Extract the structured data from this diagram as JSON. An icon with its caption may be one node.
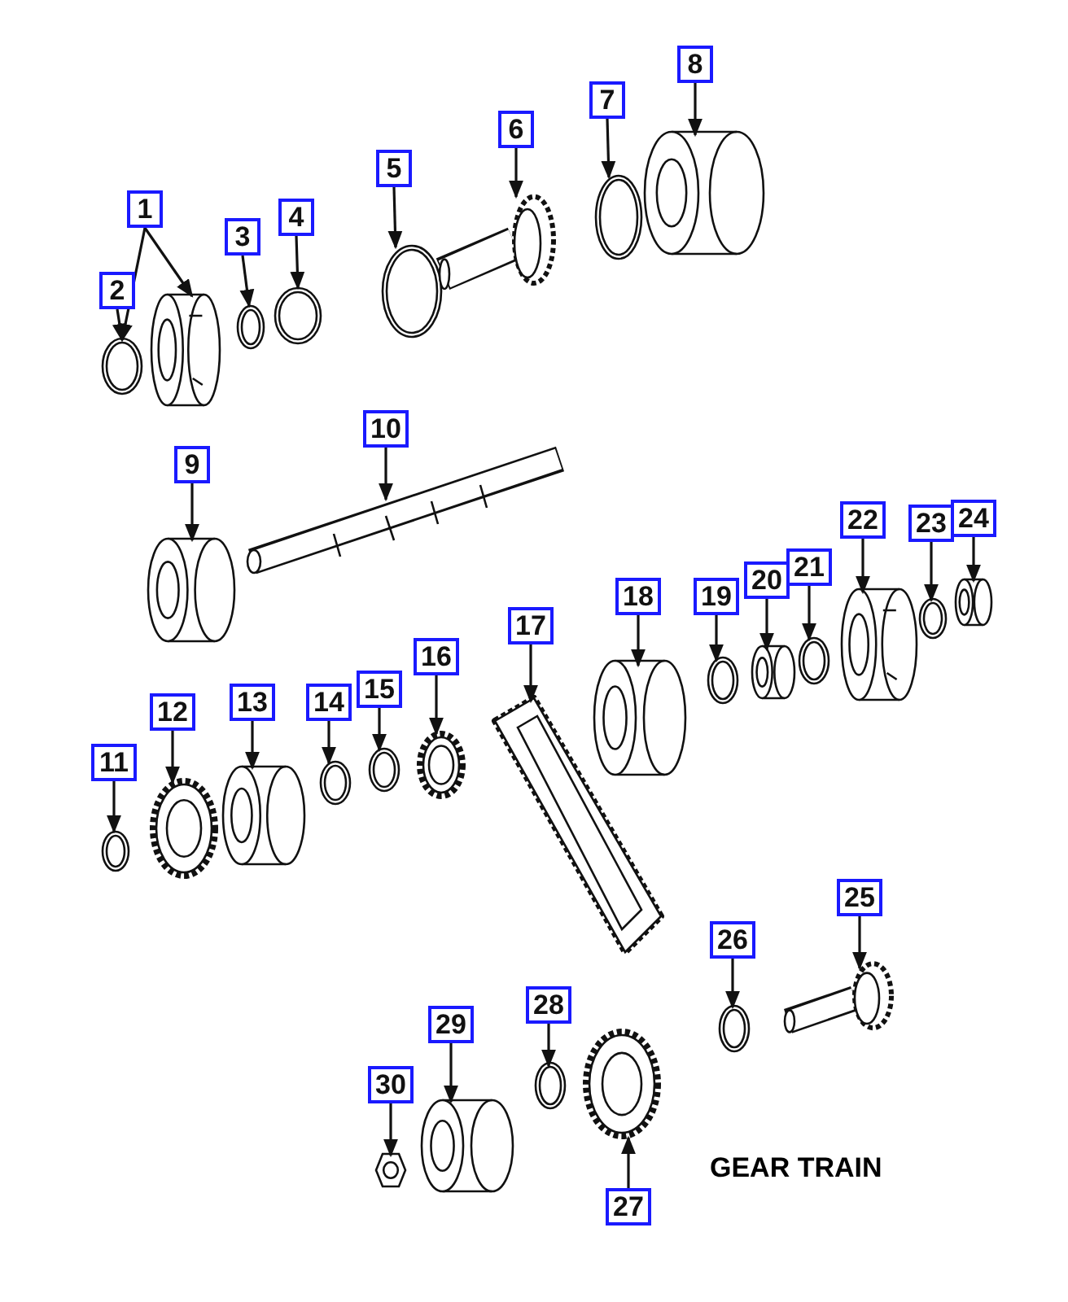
{
  "diagram": {
    "caption": "GEAR TRAIN",
    "nodes": [
      {
        "text": [
          "1"
        ]
      },
      {
        "text": [
          "2"
        ]
      },
      {
        "text": [
          "3"
        ]
      },
      {
        "text": [
          "4"
        ]
      },
      {
        "text": [
          "5"
        ]
      },
      {
        "text": [
          "6"
        ]
      },
      {
        "text": [
          "7"
        ]
      },
      {
        "text": [
          "8"
        ]
      },
      {
        "text": [
          "9"
        ]
      },
      {
        "text": [
          "10"
        ]
      },
      {
        "text": [
          "11"
        ]
      },
      {
        "text": [
          "12"
        ]
      },
      {
        "text": [
          "13"
        ]
      },
      {
        "text": [
          "14"
        ]
      },
      {
        "text": [
          "15"
        ]
      },
      {
        "text": [
          "16"
        ]
      },
      {
        "text": [
          "17"
        ]
      },
      {
        "text": [
          "18"
        ]
      },
      {
        "text": [
          "19"
        ]
      },
      {
        "text": [
          "20"
        ]
      },
      {
        "text": [
          "21"
        ]
      },
      {
        "text": [
          "22"
        ]
      },
      {
        "text": [
          "23"
        ]
      },
      {
        "text": [
          "24"
        ]
      },
      {
        "text": [
          "25"
        ]
      },
      {
        "text": [
          "26"
        ]
      },
      {
        "text": [
          "27"
        ]
      },
      {
        "text": [
          "28"
        ]
      },
      {
        "text": [
          "29"
        ]
      },
      {
        "text": [
          "30"
        ]
      },
      {
        "text": [],
        "shape": "picture"
      },
      {
        "text": [],
        "shape": "picture"
      },
      {
        "text": [],
        "shape": "picture"
      },
      {
        "text": [],
        "shape": "picture"
      },
      {
        "text": [],
        "shape": "picture"
      },
      {
        "text": [],
        "shape": "picture"
      },
      {
        "text": [],
        "shape": "picture"
      },
      {
        "text": [],
        "shape": "picture"
      },
      {
        "text": [],
        "shape": "picture"
      },
      {
        "text": [],
        "shape": "picture"
      },
      {
        "text": [],
        "shape": "picture"
      },
      {
        "text": [],
        "shape": "picture"
      },
      {
        "text": [],
        "shape": "picture"
      },
      {
        "text": [],
        "shape": "picture"
      },
      {
        "text": [],
        "shape": "picture"
      },
      {
        "text": [],
        "shape": "picture"
      },
      {
        "text": [],
        "shape": "picture"
      },
      {
        "text": [],
        "shape": "picture"
      },
      {
        "text": [],
        "shape": "picture"
      },
      {
        "text": [],
        "shape": "picture"
      },
      {
        "text": [],
        "shape": "picture"
      },
      {
        "text": [],
        "shape": "picture"
      },
      {
        "text": [],
        "shape": "picture"
      },
      {
        "text": [],
        "shape": "picture"
      },
      {
        "text": [],
        "shape": "picture"
      },
      {
        "text": [],
        "shape": "picture"
      },
      {
        "text": [],
        "shape": "picture"
      },
      {
        "text": [],
        "shape": "picture"
      },
      {
        "text": [],
        "shape": "picture"
      },
      {
        "text": [],
        "shape": "picture"
      }
    ],
    "edges": [
      {
        "from": 0,
        "to": 30,
        "arrow": "to"
      },
      {
        "from": 0,
        "to": 31,
        "arrow": "to"
      },
      {
        "from": 1,
        "to": 31,
        "arrow": "to"
      },
      {
        "from": 2,
        "to": 32,
        "arrow": "to"
      },
      {
        "from": 3,
        "to": 33,
        "arrow": "to"
      },
      {
        "from": 4,
        "to": 34,
        "arrow": "to"
      },
      {
        "from": 5,
        "to": 35,
        "arrow": "to"
      },
      {
        "from": 6,
        "to": 36,
        "arrow": "to"
      },
      {
        "from": 7,
        "to": 37,
        "arrow": "to"
      },
      {
        "from": 8,
        "to": 38,
        "arrow": "to"
      },
      {
        "from": 9,
        "to": 39,
        "arrow": "to"
      },
      {
        "from": 10,
        "to": 40,
        "arrow": "to"
      },
      {
        "from": 11,
        "to": 41,
        "arrow": "to"
      },
      {
        "from": 12,
        "to": 42,
        "arrow": "to"
      },
      {
        "from": 13,
        "to": 43,
        "arrow": "to"
      },
      {
        "from": 14,
        "to": 44,
        "arrow": "to"
      },
      {
        "from": 15,
        "to": 45,
        "arrow": "to"
      },
      {
        "from": 16,
        "to": 46,
        "arrow": "to"
      },
      {
        "from": 17,
        "to": 47,
        "arrow": "to"
      },
      {
        "from": 18,
        "to": 48,
        "arrow": "to"
      },
      {
        "from": 19,
        "to": 49,
        "arrow": "to"
      },
      {
        "from": 20,
        "to": 50,
        "arrow": "to"
      },
      {
        "from": 21,
        "to": 51,
        "arrow": "to"
      },
      {
        "from": 22,
        "to": 52,
        "arrow": "to"
      },
      {
        "from": 23,
        "to": 53,
        "arrow": "to"
      },
      {
        "from": 24,
        "to": 54,
        "arrow": "to"
      },
      {
        "from": 25,
        "to": 55,
        "arrow": "to"
      },
      {
        "from": 26,
        "to": 56,
        "arrow": "to"
      },
      {
        "from": 27,
        "to": 57,
        "arrow": "to"
      },
      {
        "from": 28,
        "to": 58,
        "arrow": "to"
      },
      {
        "from": 29,
        "to": 59,
        "arrow": "to"
      }
    ]
  }
}
